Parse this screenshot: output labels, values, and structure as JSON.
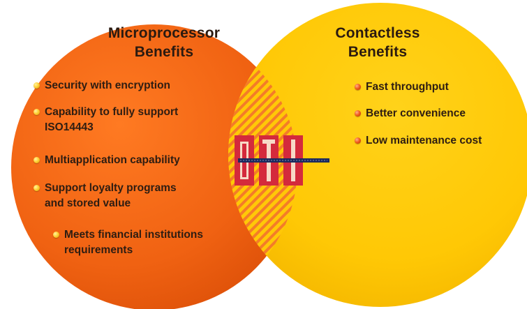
{
  "microprocessor": {
    "heading_line1": "Microprocessor",
    "heading_line2": "Benefits",
    "items": [
      {
        "lines": [
          "Security with encryption"
        ]
      },
      {
        "lines": [
          "Capability to fully support",
          "ISO14443"
        ]
      },
      {
        "lines": [
          "Multiapplication capability"
        ]
      },
      {
        "lines": [
          "Support loyalty programs",
          "and stored value"
        ]
      },
      {
        "lines": [
          "Meets financial institutions",
          "requirements"
        ]
      }
    ]
  },
  "contactless": {
    "heading_line1": "Contactless",
    "heading_line2": "Benefits",
    "items": [
      {
        "lines": [
          "Fast throughput"
        ]
      },
      {
        "lines": [
          "Better convenience"
        ]
      },
      {
        "lines": [
          "Low maintenance cost"
        ]
      }
    ]
  },
  "logo": {
    "letters": [
      "O",
      "T",
      "I"
    ],
    "tagline": "ON TRACK INNOVATIONS LTD"
  },
  "colors": {
    "microprocessor_circle": "#f16512",
    "contactless_circle": "#ffc807",
    "overlap_stripe": "#f5822a",
    "logo_red": "#d42a3c",
    "logo_navy": "#1d2a5c"
  }
}
